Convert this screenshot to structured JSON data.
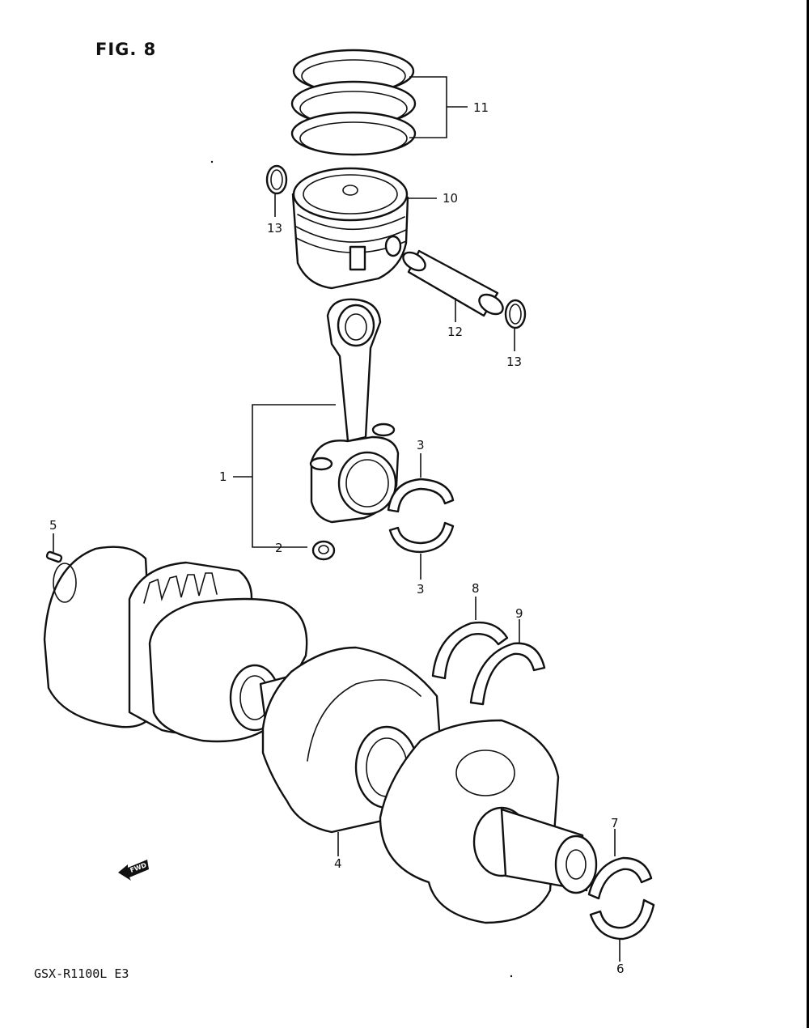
{
  "figure": {
    "title": "FIG. 8",
    "model_code": "GSX-R1100L E3",
    "fwd_marker": "FWD"
  },
  "callouts": [
    {
      "id": "1",
      "text": "1"
    },
    {
      "id": "2",
      "text": "2"
    },
    {
      "id": "3a",
      "text": "3"
    },
    {
      "id": "3b",
      "text": "3"
    },
    {
      "id": "4",
      "text": "4"
    },
    {
      "id": "5",
      "text": "5"
    },
    {
      "id": "6",
      "text": "6"
    },
    {
      "id": "7",
      "text": "7"
    },
    {
      "id": "8",
      "text": "8"
    },
    {
      "id": "9",
      "text": "9"
    },
    {
      "id": "10",
      "text": "10"
    },
    {
      "id": "11",
      "text": "11"
    },
    {
      "id": "12",
      "text": "12"
    },
    {
      "id": "13a",
      "text": "13"
    },
    {
      "id": "13b",
      "text": "13"
    }
  ]
}
